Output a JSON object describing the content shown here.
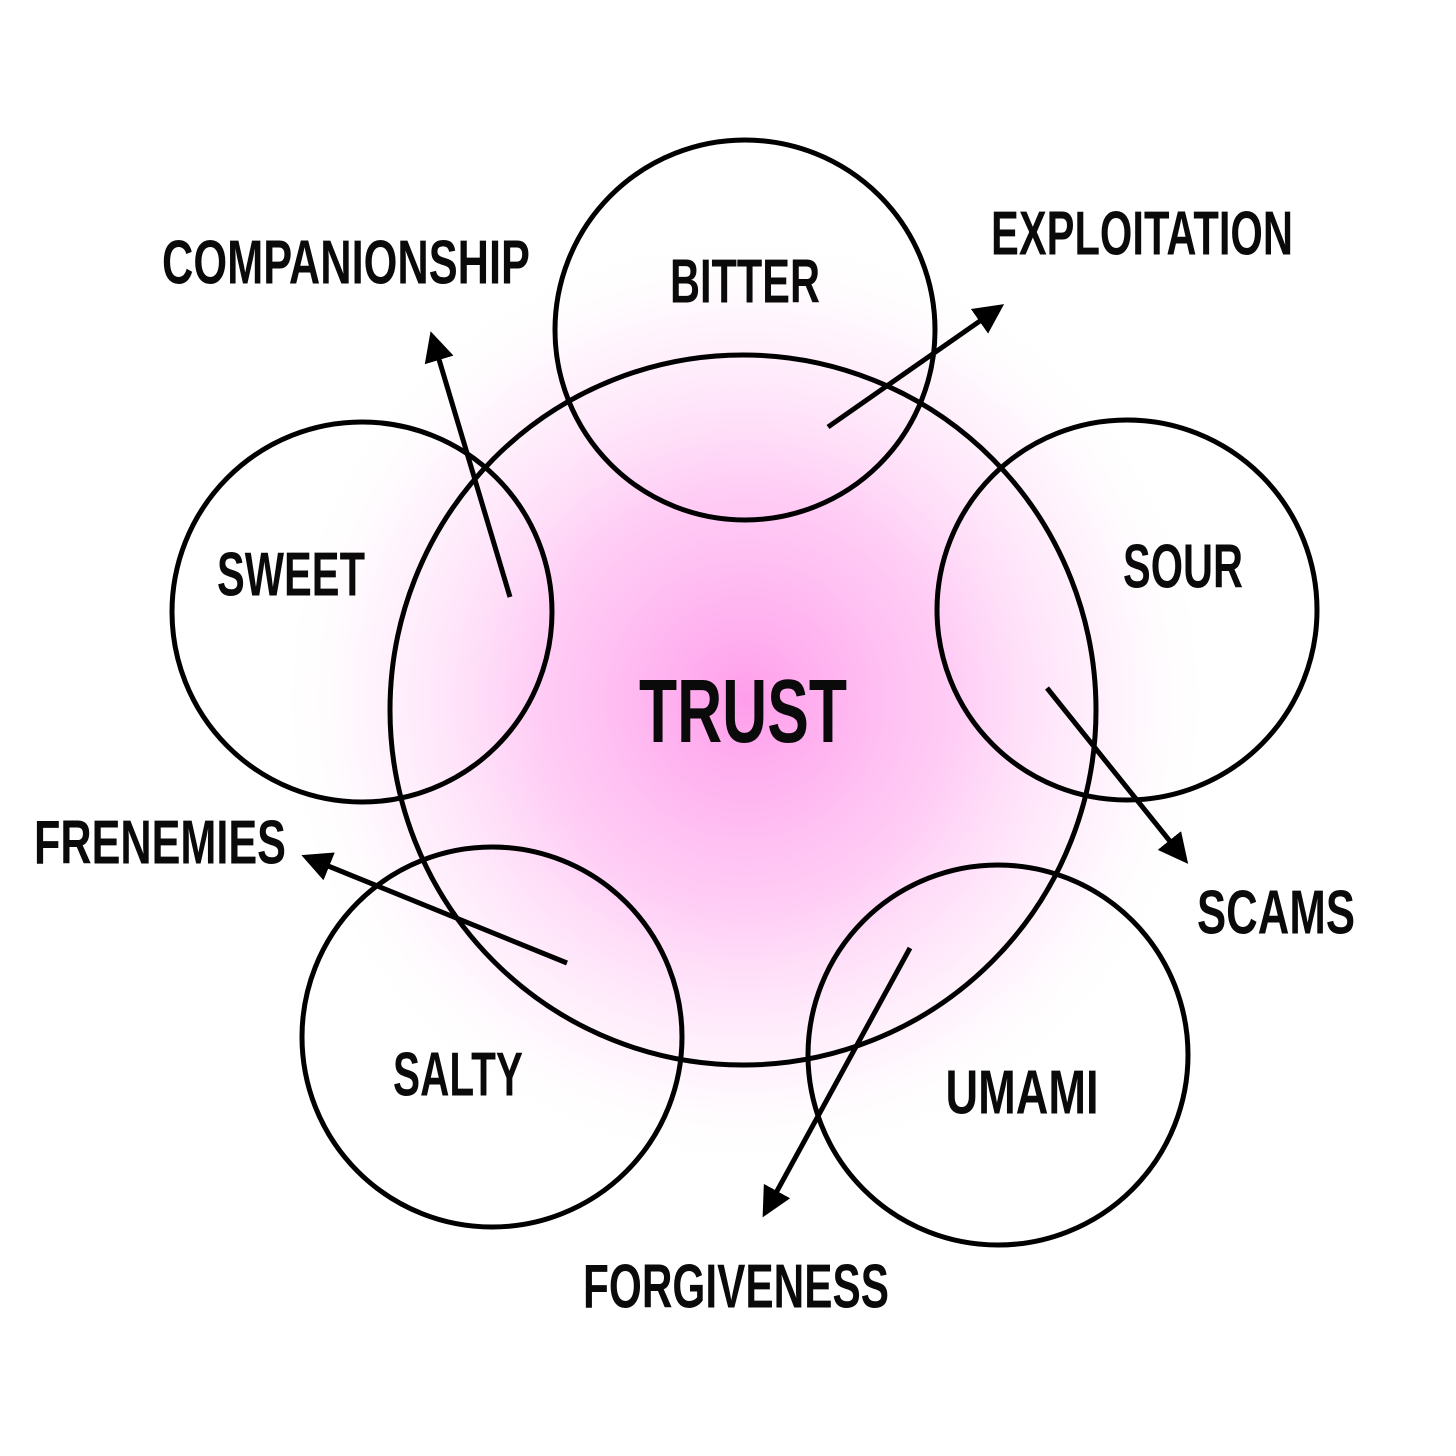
{
  "center": {
    "label": "TRUST",
    "glow_color": "#ff99ea"
  },
  "tastes": [
    {
      "label": "BITTER"
    },
    {
      "label": "SOUR"
    },
    {
      "label": "UMAMI"
    },
    {
      "label": "SALTY"
    },
    {
      "label": "SWEET"
    }
  ],
  "outcomes": [
    {
      "label": "EXPLOITATION"
    },
    {
      "label": "SCAMS"
    },
    {
      "label": "FORGIVENESS"
    },
    {
      "label": "FRENEMIES"
    },
    {
      "label": "COMPANIONSHIP"
    }
  ],
  "colors": {
    "stroke": "#000000",
    "text": "#0a0a0a",
    "background": "#ffffff"
  }
}
